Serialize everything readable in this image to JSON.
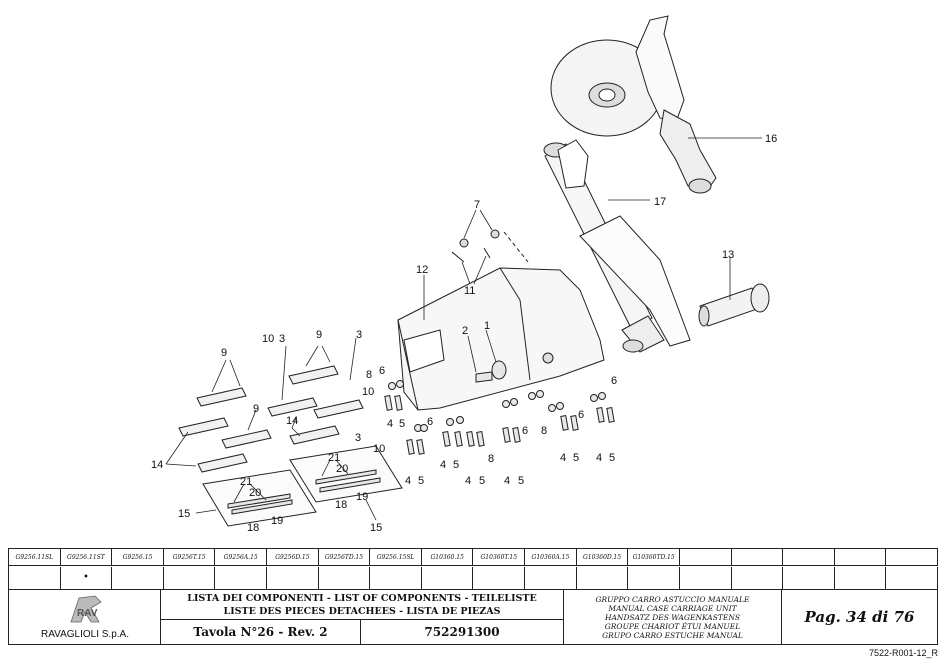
{
  "drawing": {
    "callouts": {
      "c1": "1",
      "c2": "2",
      "c3a": "3",
      "c3b": "3",
      "c3c": "3",
      "c4a": "4",
      "c4b": "4",
      "c4c": "4",
      "c4d": "4",
      "c4e": "4",
      "c4f": "4",
      "c4g": "4",
      "c5a": "5",
      "c5b": "5",
      "c5c": "5",
      "c5d": "5",
      "c5e": "5",
      "c5f": "5",
      "c5g": "5",
      "c6a": "6",
      "c6b": "6",
      "c6c": "6",
      "c6d": "6",
      "c6e": "6",
      "c7": "7",
      "c8a": "8",
      "c8b": "8",
      "c8c": "8",
      "c9a": "9",
      "c9b": "9",
      "c9c": "9",
      "c10a": "10",
      "c10b": "10",
      "c10c": "10",
      "c11": "11",
      "c12": "12",
      "c13": "13",
      "c14a": "14",
      "c14b": "14",
      "c15a": "15",
      "c15b": "15",
      "c16": "16",
      "c17": "17",
      "c18a": "18",
      "c18b": "18",
      "c19a": "19",
      "c19b": "19",
      "c20a": "20",
      "c20b": "20",
      "c21a": "21",
      "c21b": "21"
    }
  },
  "model_table": {
    "codes": [
      "G9256.11SL",
      "G9256.11ST",
      "G9256.15",
      "G9256T.15",
      "G9256A.15",
      "G9256D.15",
      "G9256TD.15",
      "G9256.15SL",
      "G10360.15",
      "G10360T.15",
      "G10360A.15",
      "G10360D.15",
      "G10360TD.15",
      "",
      "",
      "",
      "",
      ""
    ],
    "marks": [
      "",
      "•",
      "",
      "",
      "",
      "",
      "",
      "",
      "",
      "",
      "",
      "",
      "",
      "",
      "",
      "",
      "",
      ""
    ]
  },
  "title_block": {
    "company": "RAVAGLIOLI S.p.A.",
    "logo_text": "RAV",
    "list_titles": [
      "LISTA DEI COMPONENTI - LIST OF COMPONENTS - TEILELISTE",
      "LISTE DES PIECES DETACHEES - LISTA DE PIEZAS"
    ],
    "table_ref": "Tavola N°26 - Rev. 2",
    "part_number": "752291300",
    "group_names": [
      "GRUPPO CARRO ASTUCCIO MANUALE",
      "MANUAL CASE CARRIAGE UNIT",
      "HANDSATZ DES WAGENKASTENS",
      "GROUPE CHARIOT ÉTUI MANUEL",
      "GRUPO CARRO ESTUCHE MANUAL"
    ],
    "page": "Pag. 34 di 76"
  },
  "doc_code": "7522-R001-12_R"
}
